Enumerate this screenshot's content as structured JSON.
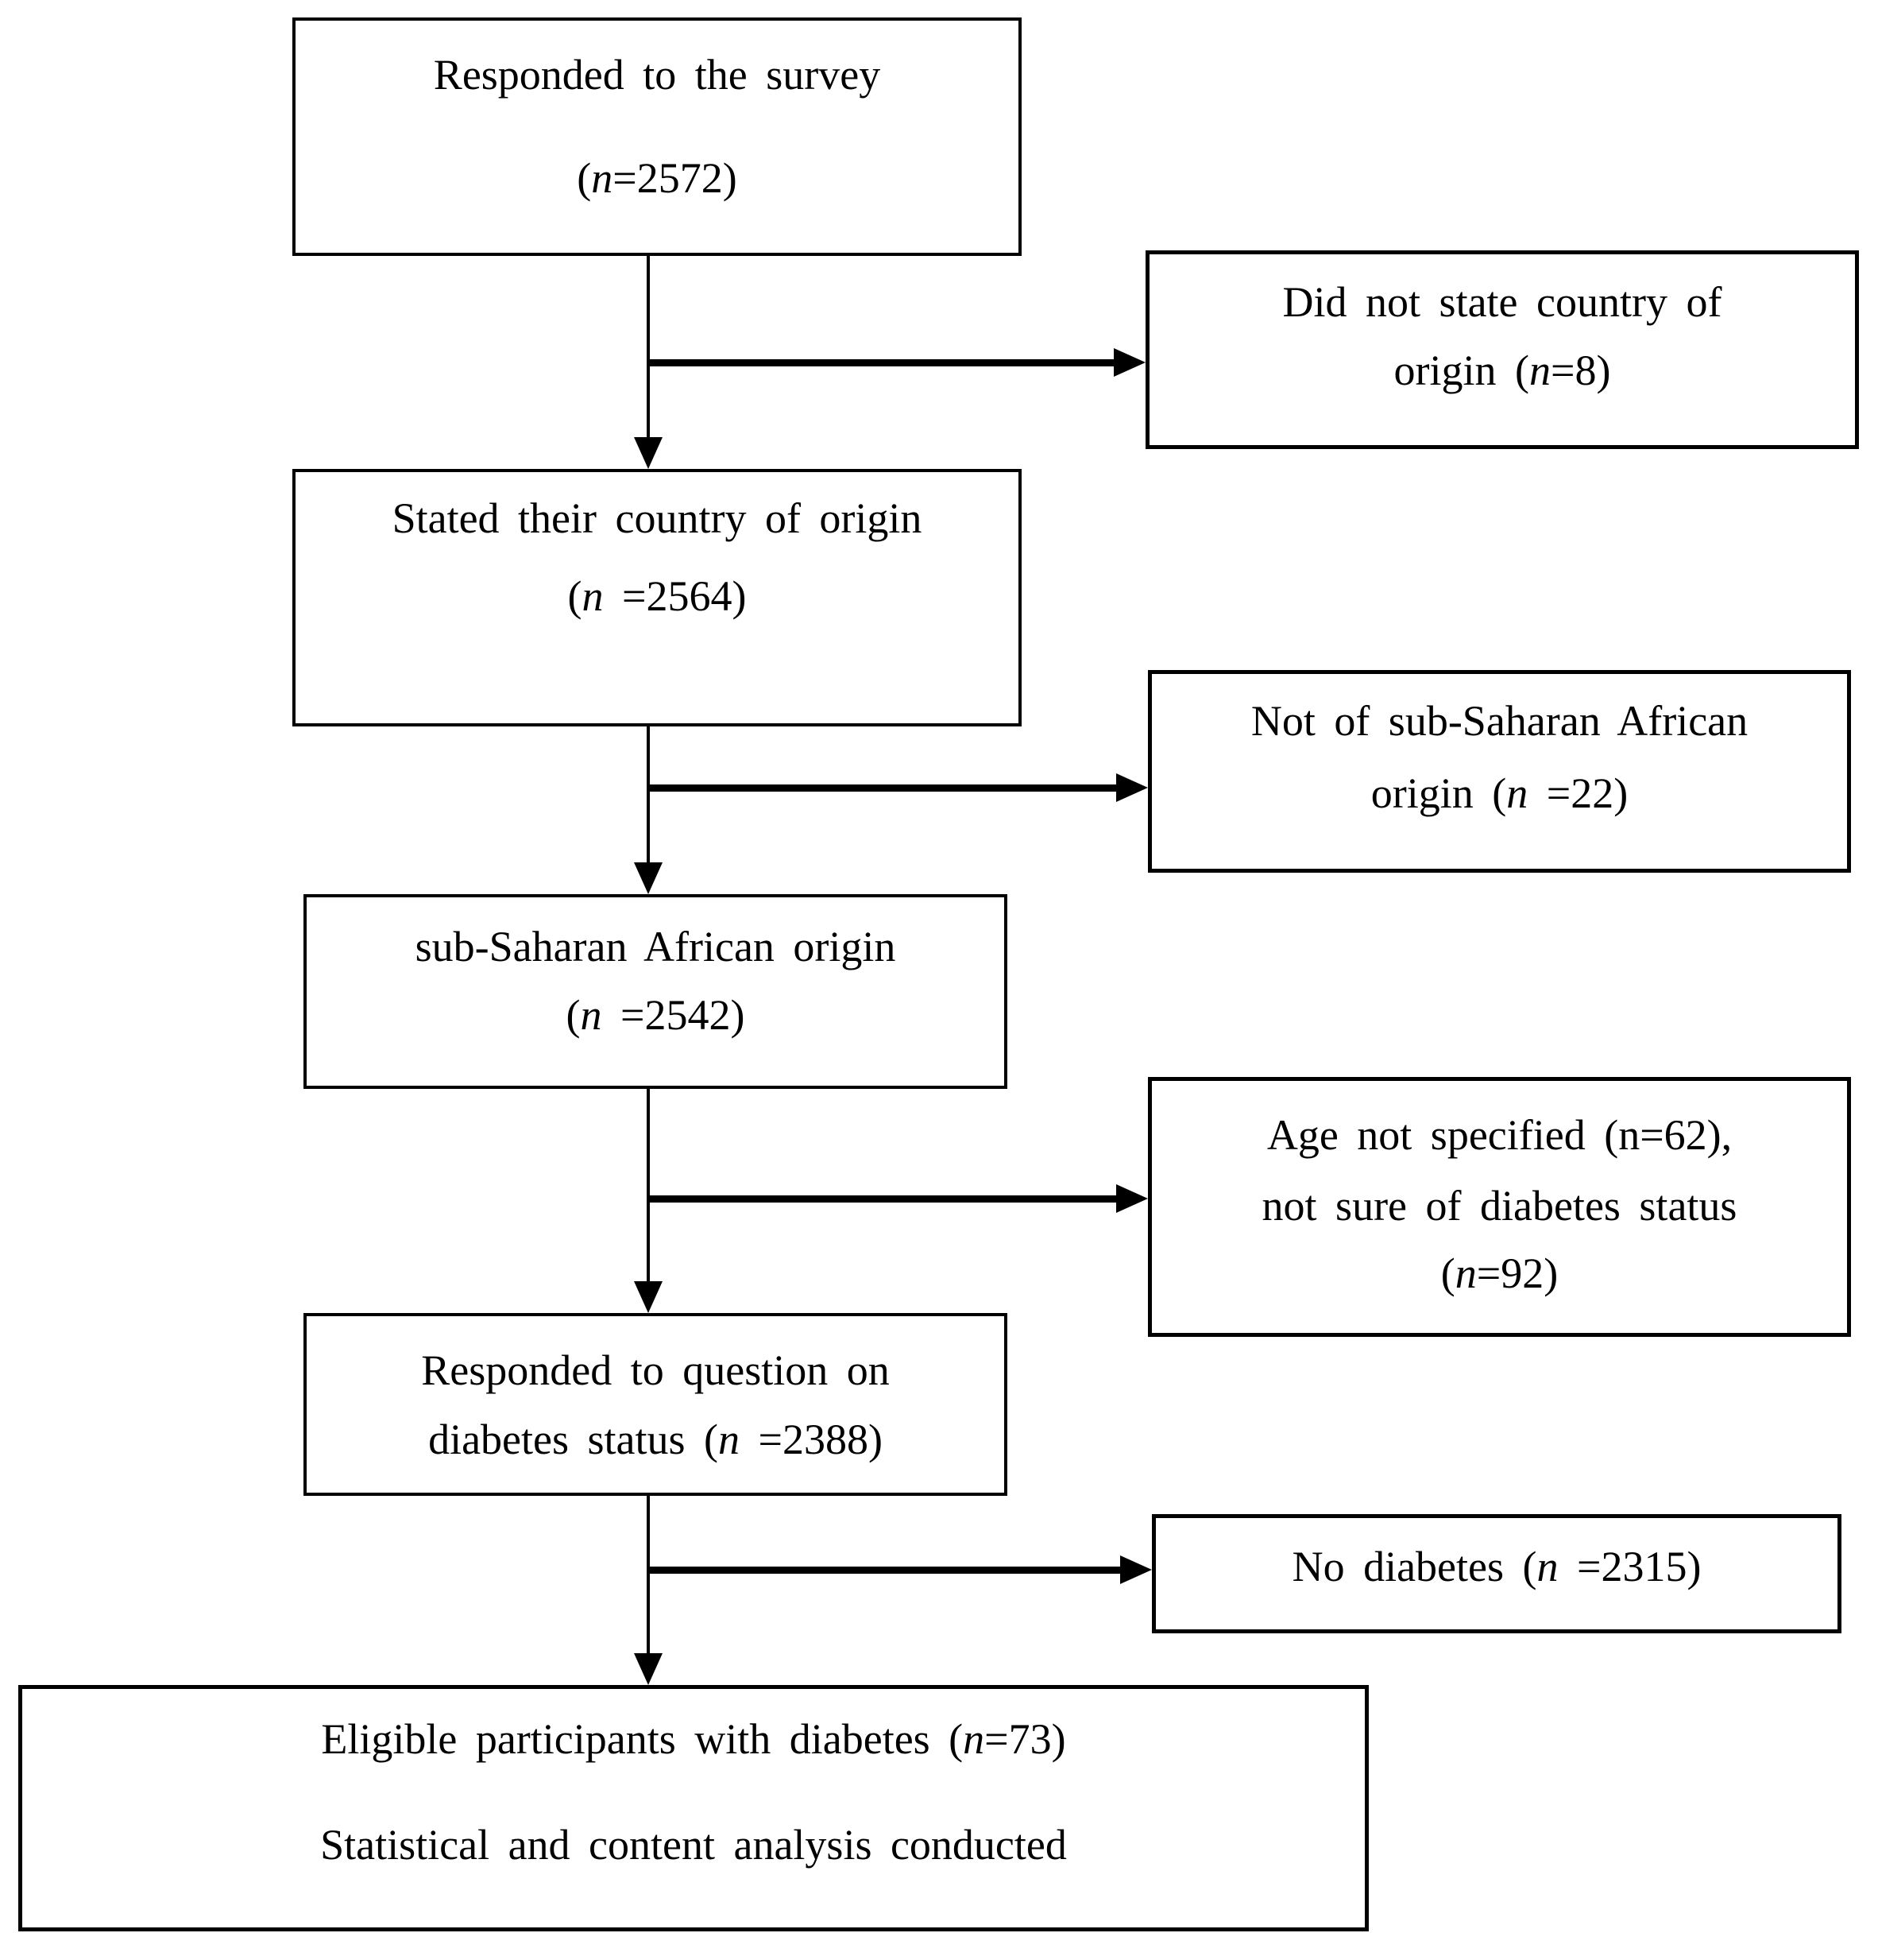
{
  "figure": {
    "type": "participant-flow-diagram",
    "background": "#ffffff",
    "line_color": "#000000"
  },
  "boxes": {
    "responded_survey": {
      "lines": [
        {
          "segs": [
            {
              "t": "Responded to the survey"
            }
          ]
        },
        {
          "segs": [
            {
              "t": "("
            },
            {
              "t": "n",
              "italic": true
            },
            {
              "t": "=2572)"
            }
          ]
        }
      ]
    },
    "did_not_state": {
      "lines": [
        {
          "segs": [
            {
              "t": "Did not state country of"
            }
          ]
        },
        {
          "segs": [
            {
              "t": "origin ("
            },
            {
              "t": "n",
              "italic": true
            },
            {
              "t": "=8)"
            }
          ]
        }
      ]
    },
    "stated_country": {
      "lines": [
        {
          "segs": [
            {
              "t": "Stated their country of origin"
            }
          ]
        },
        {
          "segs": [
            {
              "t": "("
            },
            {
              "t": "n",
              "italic": true
            },
            {
              "t": " =2564)"
            }
          ]
        }
      ]
    },
    "not_subsaharan": {
      "lines": [
        {
          "segs": [
            {
              "t": "Not of sub-Saharan African"
            }
          ]
        },
        {
          "segs": [
            {
              "t": "origin ("
            },
            {
              "t": "n",
              "italic": true
            },
            {
              "t": " =22)"
            }
          ]
        }
      ]
    },
    "subsaharan_origin": {
      "lines": [
        {
          "segs": [
            {
              "t": "sub-Saharan African origin"
            }
          ]
        },
        {
          "segs": [
            {
              "t": "("
            },
            {
              "t": "n",
              "italic": true
            },
            {
              "t": " =2542)"
            }
          ]
        }
      ]
    },
    "age_not_specified": {
      "lines": [
        {
          "segs": [
            {
              "t": "Age not specified (n=62),"
            }
          ]
        },
        {
          "segs": [
            {
              "t": "not sure of diabetes status"
            }
          ]
        },
        {
          "segs": [
            {
              "t": "("
            },
            {
              "t": "n",
              "italic": true
            },
            {
              "t": "=92)"
            }
          ]
        }
      ]
    },
    "responded_diabetes": {
      "lines": [
        {
          "segs": [
            {
              "t": "Responded to question on"
            }
          ]
        },
        {
          "segs": [
            {
              "t": "diabetes status ("
            },
            {
              "t": "n",
              "italic": true
            },
            {
              "t": " =2388)"
            }
          ]
        }
      ]
    },
    "no_diabetes": {
      "lines": [
        {
          "segs": [
            {
              "t": "No diabetes ("
            },
            {
              "t": "n",
              "italic": true
            },
            {
              "t": " =2315)"
            }
          ]
        }
      ]
    },
    "eligible": {
      "lines": [
        {
          "segs": [
            {
              "t": "Eligible participants with diabetes ("
            },
            {
              "t": "n",
              "italic": true
            },
            {
              "t": "=73)"
            }
          ]
        },
        {
          "segs": [
            {
              "t": "Statistical and content analysis conducted"
            }
          ]
        }
      ]
    }
  }
}
